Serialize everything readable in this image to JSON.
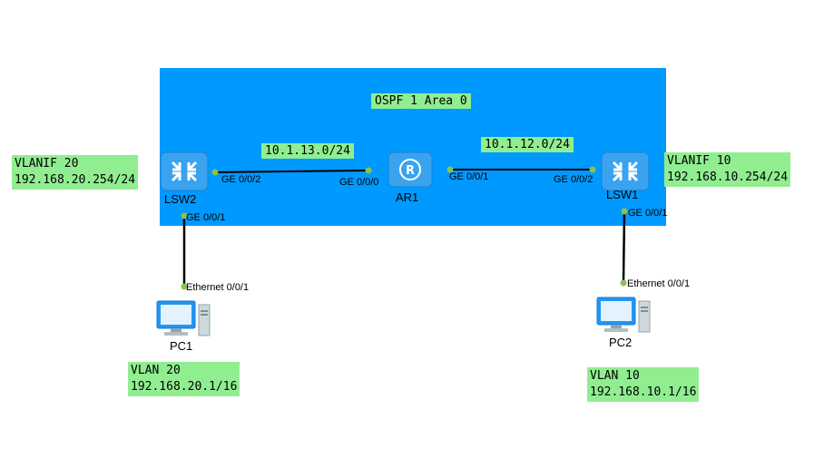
{
  "area": {
    "label": "OSPF 1 Area 0",
    "color": "#0099ff"
  },
  "highlight_color": "#90ee90",
  "port_dot_color": "#8bc34a",
  "devices": {
    "lsw2": {
      "label": "LSW2",
      "icon": "switch-icon"
    },
    "ar1": {
      "label": "AR1",
      "icon": "router-icon"
    },
    "lsw1": {
      "label": "LSW1",
      "icon": "switch-icon"
    },
    "pc1": {
      "label": "PC1",
      "icon": "pc-icon"
    },
    "pc2": {
      "label": "PC2",
      "icon": "pc-icon"
    }
  },
  "subnets": {
    "lsw2_ar1": "10.1.13.0/24",
    "ar1_lsw1": "10.1.12.0/24"
  },
  "ports": {
    "lsw2_ge002": "GE 0/0/2",
    "ar1_ge000": "GE 0/0/0",
    "ar1_ge001": "GE 0/0/1",
    "lsw1_ge002": "GE 0/0/2",
    "lsw2_ge001": "GE 0/0/1",
    "lsw1_ge001": "GE 0/0/1",
    "pc1_eth": "Ethernet 0/0/1",
    "pc2_eth": "Ethernet 0/0/1"
  },
  "vlanif": {
    "lsw2": {
      "line1": "VLANIF 20",
      "line2": "192.168.20.254/24"
    },
    "lsw1": {
      "line1": "VLANIF 10",
      "line2": "192.168.10.254/24"
    }
  },
  "vlans": {
    "pc1": {
      "line1": "VLAN 20",
      "line2": "192.168.20.1/16"
    },
    "pc2": {
      "line1": "VLAN 10",
      "line2": "192.168.10.1/16"
    }
  }
}
